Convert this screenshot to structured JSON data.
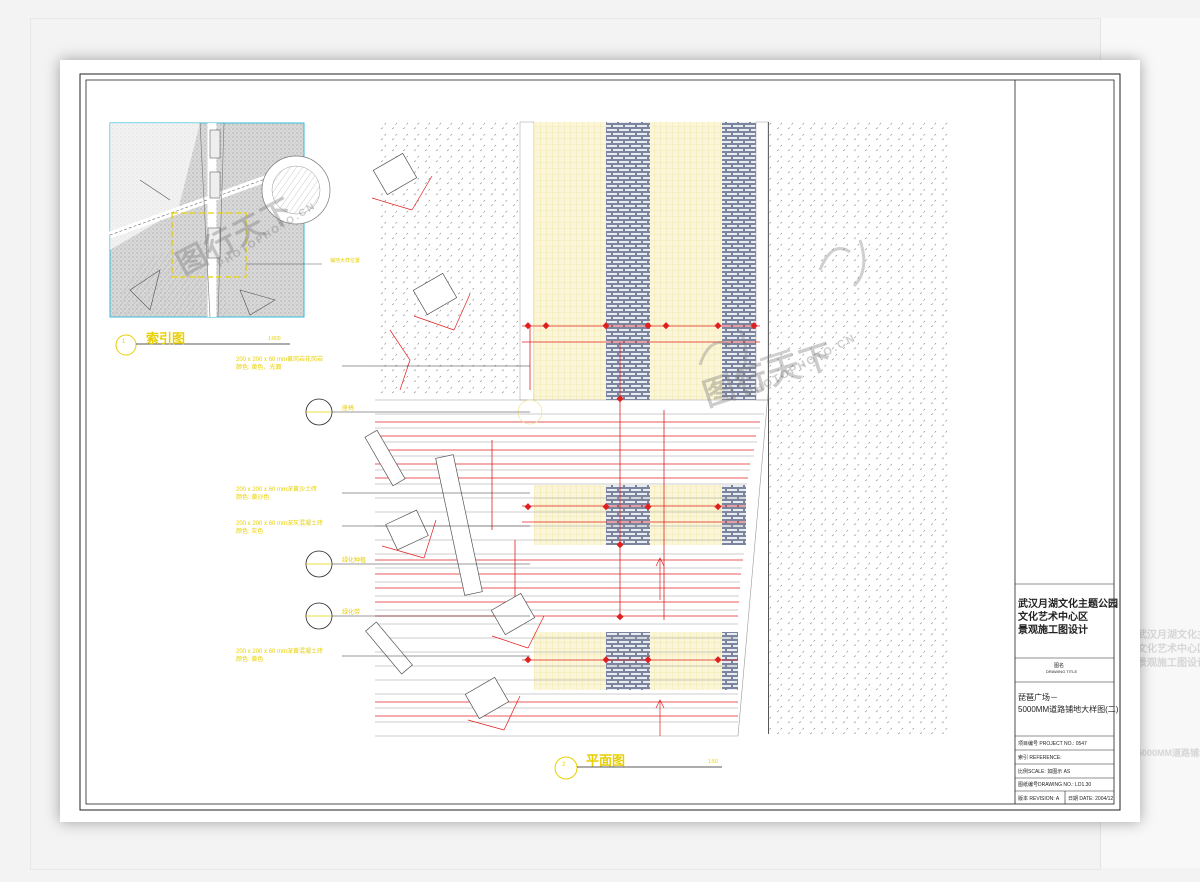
{
  "title_block": {
    "project_line1": "武汉月湖文化主题公园",
    "project_line2": "文化艺术中心区",
    "project_line3": "景观施工图设计",
    "drawing_title_cn": "图名",
    "drawing_title_en": "DRAWING TITLE",
    "drawing_name_line1": "琵琶广场－",
    "drawing_name_line2": "5000MM道路铺地大样图(二)",
    "project_no_label": "项目编号 PROJECT NO.:",
    "project_no_value": "0547",
    "reference_label": "索引 REFERENCE:",
    "scale_label": "比例SCALE:",
    "scale_value": "如图示 AS",
    "drawing_no_label": "图纸编号DRAWING NO.:",
    "drawing_no_value": "LD1.30",
    "revision_label": "版本 REVISION:",
    "revision_value": "A",
    "date_label": "日期 DATE:",
    "date_value": "2004/12"
  },
  "index_plan": {
    "number": "1",
    "title": "索引图",
    "scale": "1:800",
    "callout": "铺地大样位置"
  },
  "plan_view": {
    "number": "2",
    "title": "平面图",
    "scale": "1:50"
  },
  "notes": [
    {
      "line1": "200 x 200 x 60 mm黄岗岩花岗岩",
      "line2": "颜色: 黄色，光面"
    },
    {
      "line1": "200 x 200 x 60 mm深黄沙土砖",
      "line2": "颜色: 黄沙色"
    },
    {
      "line1": "200 x 200 x 60 mm深灰混凝土砖",
      "line2": "颜色: 灰色"
    },
    {
      "line1": "200 x 200 x 60 mm深黄混凝土砖",
      "line2": "颜色: 黄色"
    }
  ],
  "callout_tags": [
    "座椅",
    "绿化种植",
    "绿化带"
  ],
  "watermark": {
    "main": "图行天下",
    "sub": "PHOTOPHOTO.CN"
  },
  "colors": {
    "dimension_red": "#e02020",
    "annotation_yellow": "#e8d000",
    "paving_blue": "#5a6a90",
    "sheet_border": "#222222",
    "background": "#f3f3f3"
  }
}
